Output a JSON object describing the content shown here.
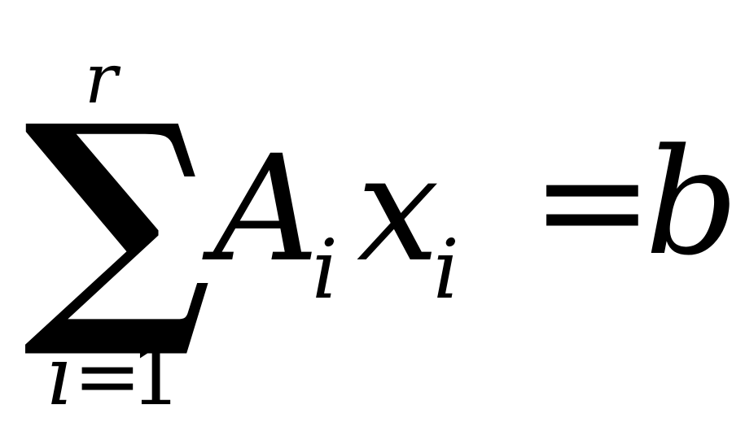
{
  "formula": {
    "summation": {
      "symbol": "∑",
      "upper_limit": "r",
      "lower_limit": {
        "index": "i",
        "equals": "=",
        "start": "1"
      }
    },
    "term": {
      "matrix": "A",
      "matrix_subscript": "i",
      "variable": "x",
      "variable_subscript": "i"
    },
    "equals": "=",
    "rhs": "b"
  }
}
